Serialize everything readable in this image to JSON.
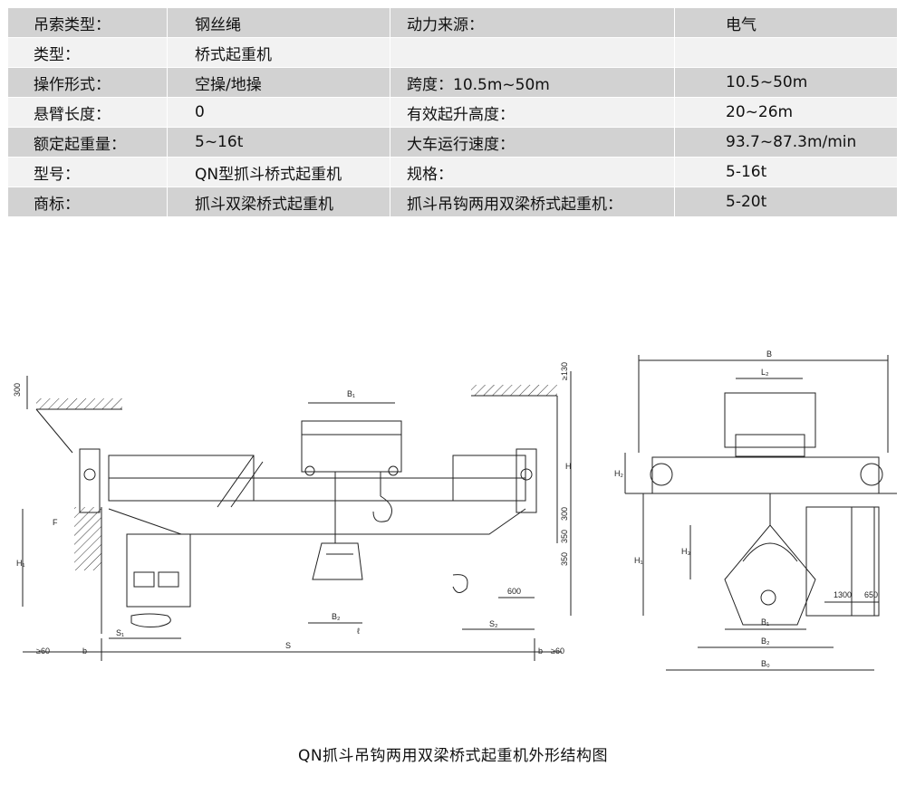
{
  "spec_table": {
    "rows": [
      {
        "label1": "吊索类型：",
        "value1": "钢丝绳",
        "label2": "动力来源：",
        "value2": "电气"
      },
      {
        "label1": "类型：",
        "value1": "桥式起重机",
        "label2": "",
        "value2": ""
      },
      {
        "label1": "操作形式：",
        "value1": "空操/地操",
        "label2": "跨度：10.5m~50m",
        "value2": "10.5~50m"
      },
      {
        "label1": "悬臂长度：",
        "value1": "0",
        "label2": "有效起升高度：",
        "value2": "20~26m"
      },
      {
        "label1": "额定起重量：",
        "value1": "5~16t",
        "label2": "大车运行速度：",
        "value2": "93.7~87.3m/min"
      },
      {
        "label1": "型号：",
        "value1": "QN型抓斗桥式起重机",
        "label2": "规格：",
        "value2": "5-16t"
      },
      {
        "label1": "商标：",
        "value1": "抓斗双梁桥式起重机",
        "label2": "抓斗吊钩两用双梁桥式起重机：",
        "value2": "5-20t"
      }
    ]
  },
  "drawing": {
    "dims": {
      "d300a": "300",
      "d130": "≥130",
      "dB1": "B₁",
      "dH": "H",
      "dH1": "H₁",
      "dF": "F",
      "d300b": "300",
      "d350a": "350",
      "d350b": "350",
      "d600": "600",
      "dB2": "B₂",
      "dl": "ℓ",
      "dS1": "S₁",
      "dS2": "S₂",
      "dS": "S",
      "d60a": "≥60",
      "d60b": "≥60",
      "db1": "b",
      "db2": "b",
      "dB": "B",
      "dL2": "L₂",
      "dH2": "H₂",
      "dH3": "H₃",
      "dH4": "H₁",
      "dB3": "B₁",
      "dB4": "B₂",
      "dB5": "B₀",
      "d1300": "1300",
      "d650": "650"
    }
  },
  "caption": "QN抓斗吊钩两用双梁桥式起重机外形结构图"
}
